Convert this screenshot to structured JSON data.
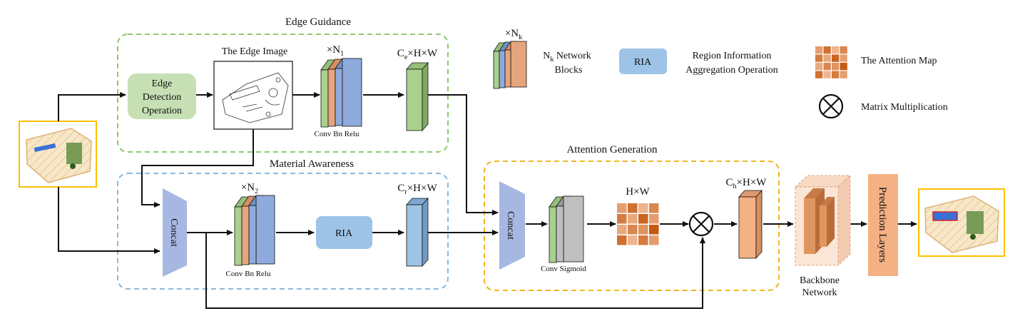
{
  "groups": {
    "edge_guidance": "Edge Guidance",
    "material_awareness": "Material Awareness",
    "attention_generation": "Attention Generation"
  },
  "edge_branch": {
    "detection_op": [
      "Edge",
      "Detection",
      "Operation"
    ],
    "edge_image_title": "The Edge Image",
    "times_n1": {
      "base": "×N",
      "sub": "1"
    },
    "conv_caption": "Conv Bn Relu",
    "feature_label": {
      "c": "C",
      "sub": "e",
      "rest": "×H×W"
    }
  },
  "material_branch": {
    "concat_label": "Concat",
    "times_n2": {
      "base": "×N",
      "sub": "2"
    },
    "conv_caption": "Conv Bn Relu",
    "ria_label": "RIA",
    "feature_label": {
      "c": "C",
      "sub": "r",
      "rest": "×H×W"
    }
  },
  "attention_branch": {
    "concat_label": "Concat",
    "conv_caption": "Conv Sigmoid",
    "map_label": "H×W",
    "feature_label": {
      "c": "C",
      "sub": "h",
      "rest": "×H×W"
    }
  },
  "backbone_label": [
    "Backbone",
    "Network"
  ],
  "prediction_label": "Prediction Layers",
  "legend": {
    "times_nk": {
      "base": "×N",
      "sub": "k"
    },
    "blocks": {
      "n": "N",
      "sub": "k",
      "rest": " Network",
      "line2": "Blocks"
    },
    "ria_box": "RIA",
    "ria_desc": [
      "Region Information",
      "Aggregation Operation"
    ],
    "attention_map": "The Attention Map",
    "matrix_mult": "Matrix Multiplication"
  },
  "colors": {
    "green_dash": "#8dc86b",
    "blue_dash": "#8cb7d9",
    "yellow_dash": "#f0b51e",
    "edge_op_fill": "#c6e0b4",
    "ria_fill": "#9dc3e6",
    "green_block": "#a9d18e",
    "orange_block": "#e6a57e",
    "blue_block": "#8faadc",
    "orange_dark": "#c65911",
    "prediction_fill": "#f4b183",
    "image_border": "#ffc000"
  },
  "attention_map_cells": [
    [
      0.4,
      0.8,
      0.2,
      0.6
    ],
    [
      0.7,
      0.3,
      0.9,
      0.4
    ],
    [
      0.3,
      0.6,
      0.5,
      1.0
    ],
    [
      0.8,
      0.2,
      0.7,
      0.4
    ]
  ]
}
